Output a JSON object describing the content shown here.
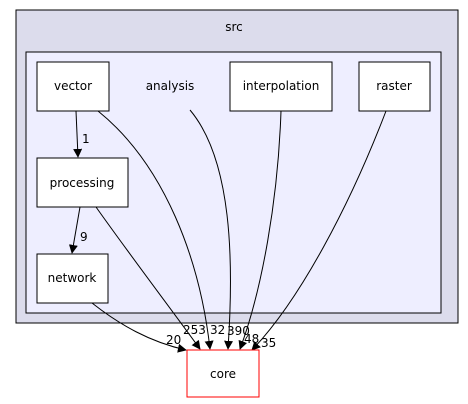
{
  "clusters": {
    "src": {
      "label": "src"
    }
  },
  "nodes": [
    {
      "id": "vector",
      "label": "vector",
      "boxed": true
    },
    {
      "id": "analysis",
      "label": "analysis",
      "boxed": false
    },
    {
      "id": "interpolation",
      "label": "interpolation",
      "boxed": true
    },
    {
      "id": "raster",
      "label": "raster",
      "boxed": true
    },
    {
      "id": "processing",
      "label": "processing",
      "boxed": true
    },
    {
      "id": "network",
      "label": "network",
      "boxed": true
    },
    {
      "id": "core",
      "label": "core",
      "boxed": true,
      "external": true
    }
  ],
  "edges": [
    {
      "from": "vector",
      "to": "processing",
      "label": "1"
    },
    {
      "from": "processing",
      "to": "network",
      "label": "9"
    },
    {
      "from": "network",
      "to": "core",
      "label": "20"
    },
    {
      "from": "processing",
      "to": "core",
      "label": "253"
    },
    {
      "from": "vector",
      "to": "core",
      "label": "32"
    },
    {
      "from": "analysis",
      "to": "core",
      "label": "390"
    },
    {
      "from": "interpolation",
      "to": "core",
      "label": "48"
    },
    {
      "from": "raster",
      "to": "core",
      "label": "35"
    }
  ],
  "colors": {
    "outer_cluster_fill": "#dcdcec",
    "inner_cluster_fill": "#eeeeff",
    "node_fill": "#ffffff",
    "node_border": "#000000",
    "core_border": "#ff0000",
    "edge": "#000000"
  }
}
